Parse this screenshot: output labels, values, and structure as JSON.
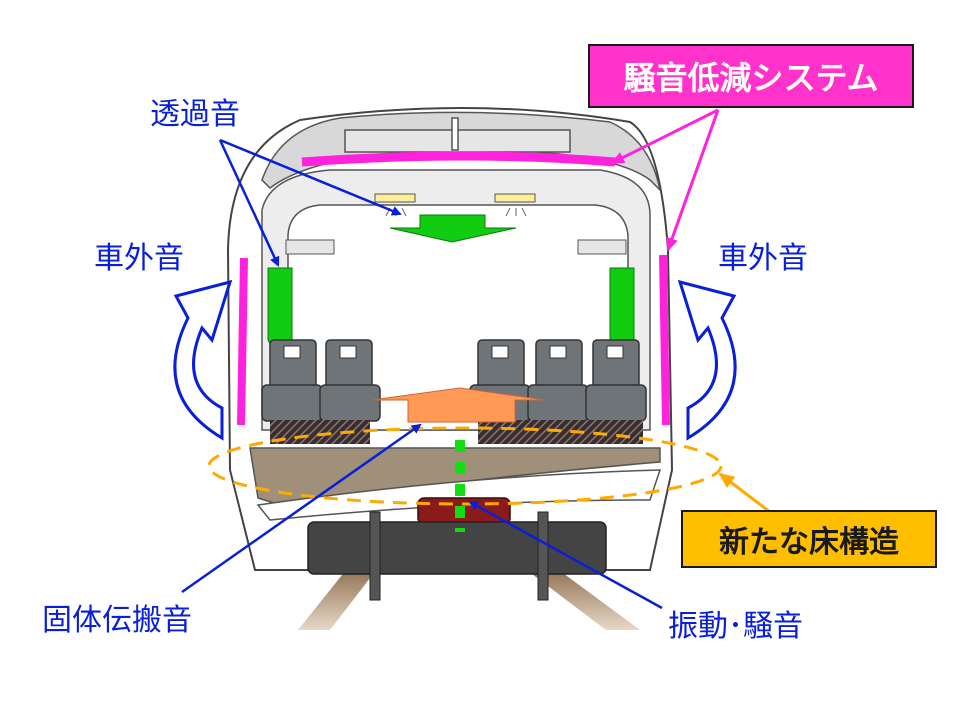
{
  "labels": {
    "system": "騒音低減システム",
    "transmitted": "透過音",
    "exterior_left": "車外音",
    "exterior_right": "車外音",
    "floor": "新たな床構造",
    "structure_borne": "固体伝搬音",
    "vibration": "振動･騒音"
  },
  "colors": {
    "system_box": "#ff33cc",
    "floor_box": "#ffbf00",
    "arrow_blue": "#0a1fd8",
    "green_noise": "#11cc11",
    "magenta_panel": "#ff22dd",
    "orange_noise": "#ff9955"
  },
  "icons": {
    "exterior_left": "curved-arrow-icon",
    "exterior_right": "curved-arrow-icon"
  }
}
